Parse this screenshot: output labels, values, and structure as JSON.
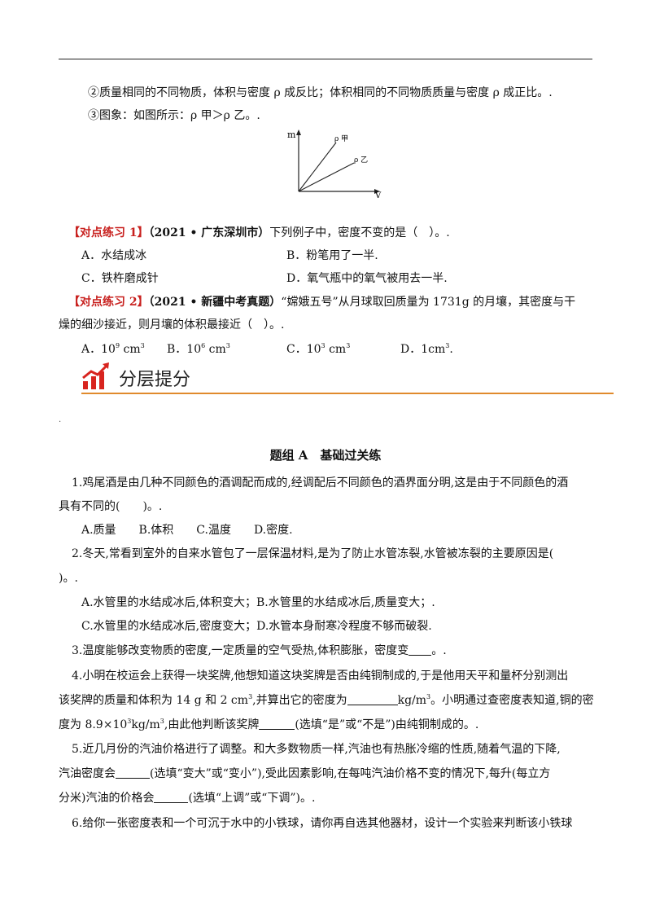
{
  "intro": {
    "line2": "②质量相同的不同物质，体积与密度 ρ 成反比；体积相同的不同物质质量与密度 ρ 成正比。.",
    "line3": "③图象：如图所示：ρ 甲＞ρ 乙。.",
    "graph": {
      "y_axis": "m",
      "x_axis": "V",
      "line1": "ρ 甲",
      "line2": "ρ 乙"
    }
  },
  "exercise1": {
    "tag": "【对点练习 1】",
    "source": "（2021 • 广东深圳市）",
    "question": "下列例子中，密度不变的是（　）。.",
    "options": [
      "A．水结成冰",
      "B．粉笔用了一半.",
      "C．铁杵磨成针",
      "D．氧气瓶中的氧气被用去一半."
    ]
  },
  "exercise2": {
    "tag": "【对点练习 2】",
    "source": "（2021 • 新疆中考真题）",
    "question_line1": "“嫦娥五号”从月球取回质量为 1731g 的月壤，其密度与干",
    "question_line2": "燥的细沙接近，则月壤的体积最接近（　）。.",
    "options": [
      {
        "label": "A．10",
        "exp": "9",
        "unit": " cm",
        "unit_exp": "3"
      },
      {
        "label": "B．10",
        "exp": "6",
        "unit": " cm",
        "unit_exp": "3"
      },
      {
        "label": "C．10",
        "exp": "3",
        "unit": " cm",
        "unit_exp": "3"
      },
      {
        "label": "D．1cm",
        "exp": "3",
        "unit": ".",
        "unit_exp": ""
      }
    ]
  },
  "banner": {
    "title": "分层提分",
    "icon": "bar-chart-trend-icon",
    "accent": "#e08a2c",
    "icon_red": "#d8241f"
  },
  "section": {
    "title": "题组 A　基础过关练"
  },
  "q1": {
    "line1": "1.鸡尾酒是由几种不同颜色的酒调配而成的,经调配后不同颜色的酒界面分明,这是由于不同颜色的酒",
    "line2": "具有不同的(　　)。.",
    "options": "A.质量　　B.体积　　C.温度　　D.密度."
  },
  "q2": {
    "line1": "2.冬天,常看到室外的自来水管包了一层保温材料,是为了防止水管冻裂,水管被冻裂的主要原因是(",
    "line2": ")。.",
    "opt_ab": "A.水管里的水结成冰后,体积变大；B.水管里的水结成冰后,质量变大；.",
    "opt_cd": "C.水管里的水结成冰后,密度变大；D.水管本身耐寒冷程度不够而破裂."
  },
  "q3": {
    "text_a": "3.温度能够改变物质的密度,一定质量的空气受热,体积膨胀，密度变",
    "text_b": "。."
  },
  "q4": {
    "line1": "4.小明在校运会上获得一块奖牌,他想知道这块奖牌是否由纯铜制成的,于是他用天平和量杯分别测出",
    "line2_a": "该奖牌的质量和体积为 14 g 和 2 cm",
    "line2_b": ",并算出它的密度为",
    "line2_c": "kg/m",
    "line2_d": "。小明通过查密度表知道,铜的密",
    "line3_a": "度为 8.9×10",
    "line3_b": "kg/m",
    "line3_c": ",由此他判断该奖牌",
    "line3_d": "(选填“是”或“不是”)由纯铜制成的。."
  },
  "q5": {
    "line1": "5.近几月份的汽油价格进行了调整。和大多数物质一样,汽油也有热胀冷缩的性质,随着气温的下降,",
    "line2_a": "汽油密度会",
    "line2_b": "(选填“变大”或“变小”),受此因素影响,在每吨汽油价格不变的情况下,每升(每立方",
    "line3_a": "分米)汽油的价格会",
    "line3_b": "(选填“上调”或“下调”)。."
  },
  "q6": {
    "line1": "6.给你一张密度表和一个可沉于水中的小铁球，请你再自选其他器材，设计一个实验来判断该小铁球"
  }
}
